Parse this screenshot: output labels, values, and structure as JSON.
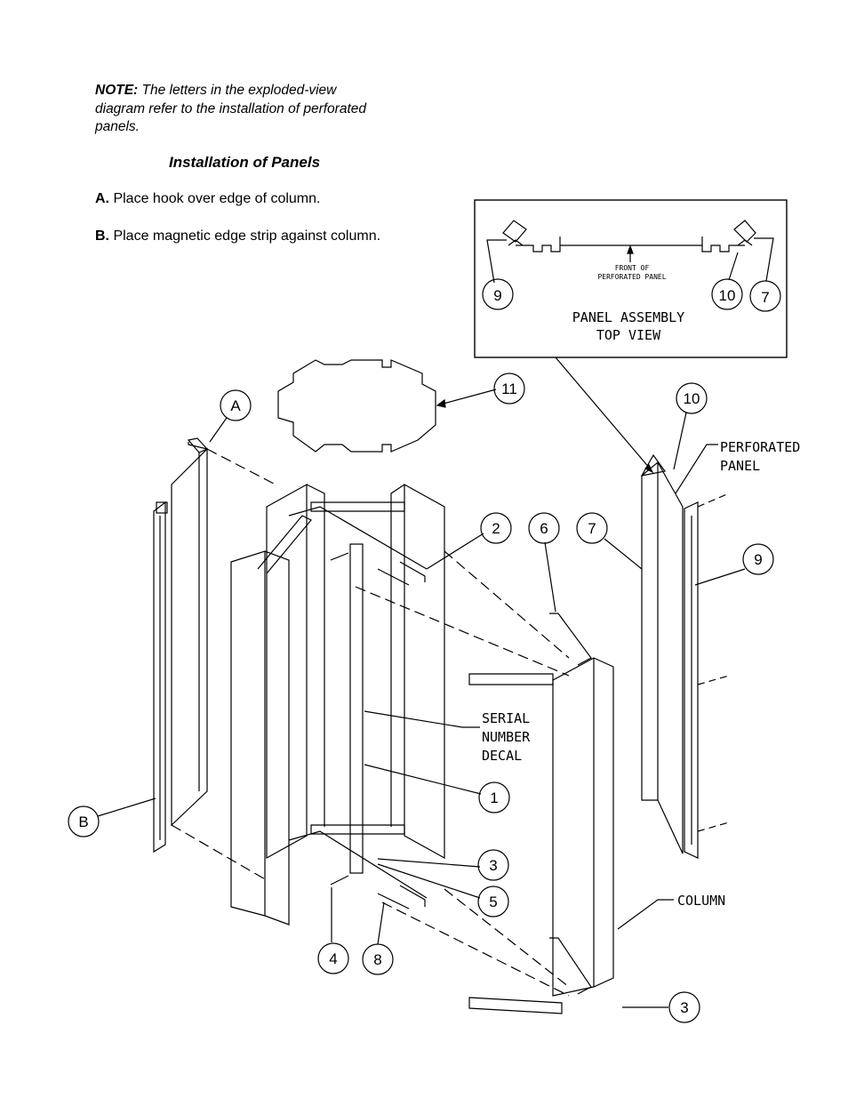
{
  "note": {
    "label": "NOTE:",
    "text": " The letters in the exploded-view diagram refer to the installation of perforated panels."
  },
  "section_title": "Installation of Panels",
  "steps": [
    {
      "letter": "A.",
      "text": " Place hook over edge of column."
    },
    {
      "letter": "B.",
      "text": " Place magnetic edge strip against column."
    }
  ],
  "inset": {
    "front_label_line1": "FRONT OF",
    "front_label_line2": "PERFORATED PANEL",
    "title_line1": "PANEL ASSEMBLY",
    "title_line2": "TOP VIEW",
    "callouts": [
      "9",
      "10",
      "7"
    ]
  },
  "labels": {
    "perforated_line1": "PERFORATED",
    "perforated_line2": "PANEL",
    "serial_line1": "SERIAL",
    "serial_line2": "NUMBER",
    "serial_line3": "DECAL",
    "column": "COLUMN"
  },
  "callouts": {
    "A": "A",
    "B": "B",
    "c1": "1",
    "c2": "2",
    "c3a": "3",
    "c3b": "3",
    "c4": "4",
    "c5": "5",
    "c6": "6",
    "c7": "7",
    "c8": "8",
    "c9": "9",
    "c10": "10",
    "c11": "11"
  }
}
